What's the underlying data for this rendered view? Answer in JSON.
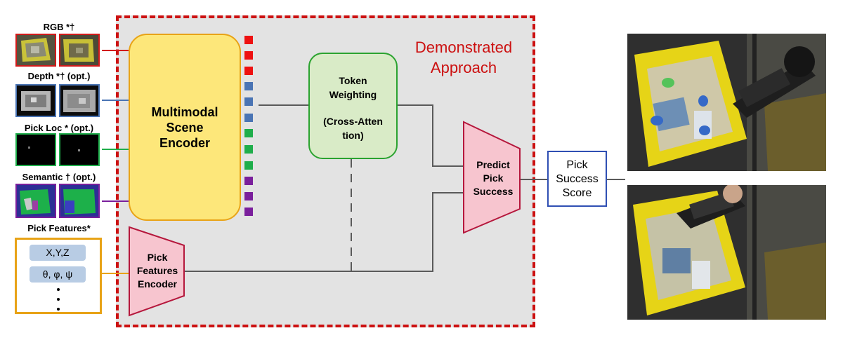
{
  "inputs": {
    "rgb_label": "RGB *†",
    "depth_label": "Depth *† (opt.)",
    "pick_loc_label": "Pick Loc * (opt.)",
    "semantic_label": "Semantic † (opt.)",
    "pick_features_label": "Pick Features*"
  },
  "pick_features": {
    "xyz": "X,Y,Z",
    "angles": "θ, φ, ψ"
  },
  "region": {
    "title_line1": "Demonstrated",
    "title_line2": "Approach"
  },
  "multimodal_encoder": {
    "line1": "Multimodal",
    "line2": "Scene",
    "line3": "Encoder"
  },
  "token_weighting": {
    "line1": "Token",
    "line2": "Weighting",
    "line3": "(Cross-Atten",
    "line4": "tion)"
  },
  "pick_features_encoder": {
    "line1": "Pick",
    "line2": "Features",
    "line3": "Encoder"
  },
  "predict": {
    "line1": "Predict",
    "line2": "Pick",
    "line3": "Success"
  },
  "score": {
    "line1": "Pick",
    "line2": "Success",
    "line3": "Score"
  },
  "colors": {
    "rgb": "#ee1111",
    "depth": "#4a74b4",
    "pick_loc": "#1fae4b",
    "semantic": "#7a1f9c",
    "region_border": "#cc1111",
    "encoder_fill": "#fde77a",
    "encoder_border": "#e8a317",
    "token_fill": "#d9ebc7",
    "token_border": "#2ba330",
    "trap_fill": "#f7c5cf",
    "trap_border": "#b5173c",
    "score_border": "#2f4fb3"
  }
}
